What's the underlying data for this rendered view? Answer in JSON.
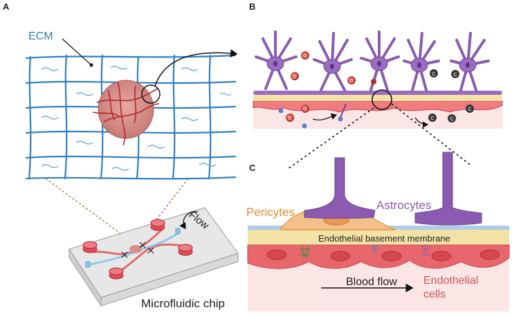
{
  "panels": {
    "a": "A",
    "b": "B",
    "c": "C"
  },
  "labels": {
    "ecm": "ECM",
    "flow": "Flow",
    "chip": "Microfluidic chip",
    "pericytes": "Pericytes",
    "astrocytes": "Astrocytes",
    "basement_membrane": "Endothelial basement membrane",
    "blood_flow": "Blood flow",
    "endothelial_line1": "Endothelial",
    "endothelial_line2": "cells"
  },
  "particles": {
    "oxygen": "O",
    "co2": "C"
  },
  "colors": {
    "ecm_blue": "#2f7fc1",
    "astrocyte": "#8a5bb0",
    "pericyte": "#e38b34",
    "endothelial": "#c9454a",
    "membrane": "#f3e2a6",
    "vessel_bg": "#fbe5e5"
  }
}
